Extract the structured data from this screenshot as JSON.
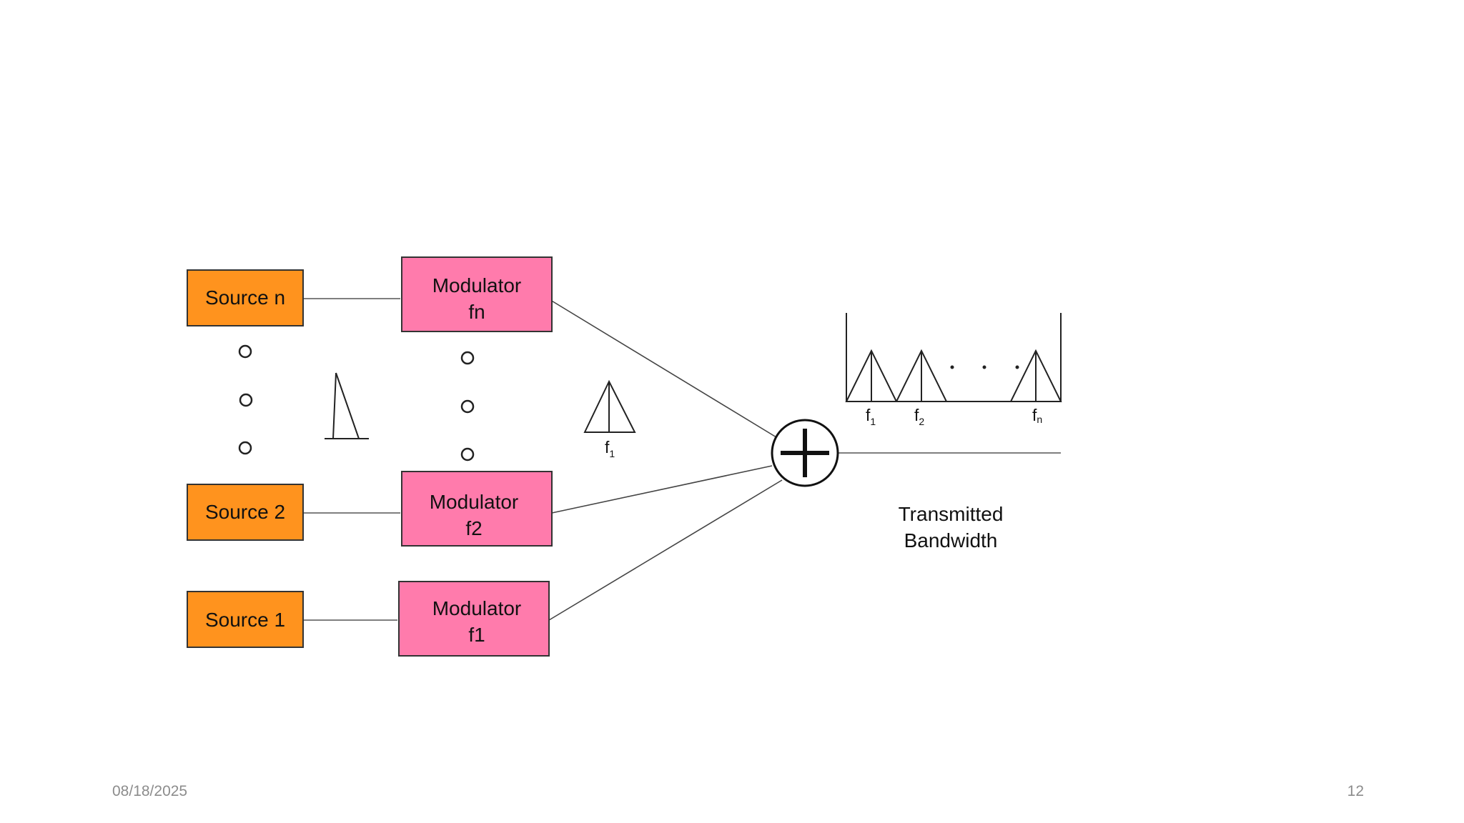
{
  "diagram": {
    "sources": {
      "n": "Source n",
      "two": "Source 2",
      "one": "Source 1"
    },
    "modulators": {
      "n": [
        "Modulator",
        "fn"
      ],
      "two": [
        "Modulator",
        "f2"
      ],
      "one": [
        "Modulator",
        "f1"
      ]
    },
    "modulated_signal_label": {
      "base": "f",
      "sub": "1"
    },
    "spectrum_labels": [
      {
        "base": "f",
        "sub": "1"
      },
      {
        "base": "f",
        "sub": "2"
      },
      {
        "base": "f",
        "sub": "n"
      }
    ],
    "output_caption": [
      "Transmitted",
      "Bandwidth"
    ],
    "colors": {
      "source_fill": "#FF931E",
      "modulator_fill": "#FF7BAC"
    }
  },
  "footer": {
    "date": "08/18/2025",
    "page_number": "12"
  }
}
